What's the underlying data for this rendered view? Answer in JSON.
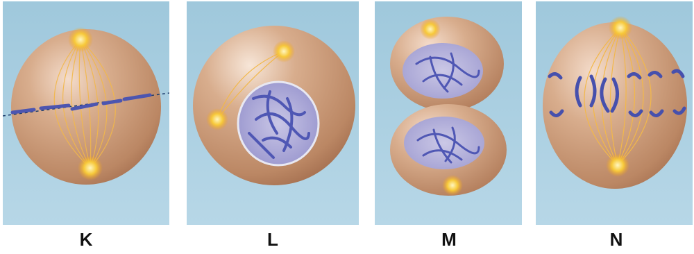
{
  "panels": [
    {
      "label": "K"
    },
    {
      "label": "L"
    },
    {
      "label": "M"
    },
    {
      "label": "N"
    }
  ],
  "colors": {
    "background": "#a8cde0",
    "cell": "#c99a76",
    "spindle": "#f0b840",
    "centrosome": "#f5c431",
    "chromosome": "#5a62b8",
    "nucleus": "#b6b3d8"
  }
}
